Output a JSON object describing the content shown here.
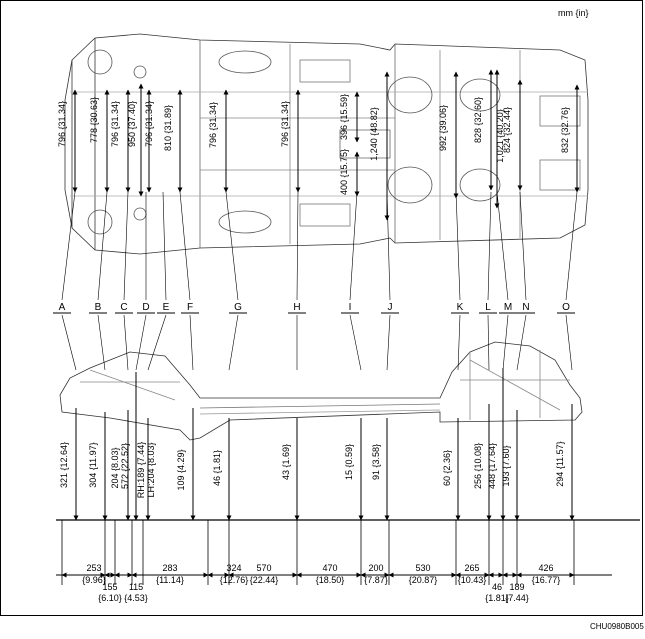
{
  "unit_note": "mm {in}",
  "figure_code": "CHU0980B005",
  "points": [
    "A",
    "B",
    "C",
    "D",
    "E",
    "F",
    "G",
    "H",
    "I",
    "J",
    "K",
    "L",
    "M",
    "N",
    "O"
  ],
  "width_dims": [
    {
      "id": "A",
      "label": "796 {31.34}"
    },
    {
      "id": "B",
      "label": "778 {30.63}"
    },
    {
      "id": "C",
      "label": "796 {31.34}"
    },
    {
      "id": "D",
      "label": "950 {37.40}"
    },
    {
      "id": "E",
      "label": "796 {31.34}"
    },
    {
      "id": "F",
      "label": "810 {31.89}"
    },
    {
      "id": "G",
      "label": "796 {31.34}"
    },
    {
      "id": "H",
      "label": "796 {31.34}"
    },
    {
      "id": "I1",
      "label": "396 {15.59}"
    },
    {
      "id": "I2",
      "label": "400 {15.75}"
    },
    {
      "id": "J",
      "label": "1,240 {48.82}"
    },
    {
      "id": "K",
      "label": "992 {39.06}"
    },
    {
      "id": "L",
      "label": "828 {32.60}"
    },
    {
      "id": "M",
      "label": "1,021 {40.20}"
    },
    {
      "id": "N",
      "label": "824 {32.44}"
    },
    {
      "id": "O",
      "label": "832 {32.76}"
    }
  ],
  "height_dims": [
    {
      "id": "A",
      "label": "321 {12.64}"
    },
    {
      "id": "B",
      "label": "304 {11.97}"
    },
    {
      "id": "C",
      "label": "204 {8.03}"
    },
    {
      "id": "D",
      "label": "572 {22.52}"
    },
    {
      "id": "E1",
      "label": "RH:189 {7.44}"
    },
    {
      "id": "E2",
      "label": "LH:204 {8.03}"
    },
    {
      "id": "F",
      "label": "109 {4.29}"
    },
    {
      "id": "G",
      "label": "46 {1.81}"
    },
    {
      "id": "H",
      "label": "43 {1.69}"
    },
    {
      "id": "I",
      "label": "15 {0.59}"
    },
    {
      "id": "J",
      "label": "91 {3.58}"
    },
    {
      "id": "K",
      "label": "60 {2.36}"
    },
    {
      "id": "L",
      "label": "256 {10.08}"
    },
    {
      "id": "M",
      "label": "448 {17.64}"
    },
    {
      "id": "N",
      "label": "193 {7.60}"
    },
    {
      "id": "O",
      "label": "294 {11.57}"
    }
  ],
  "spacing_dims": [
    {
      "mm": "253",
      "in": "{9.96}"
    },
    {
      "mm": "155",
      "in": "{6.10}"
    },
    {
      "mm": "115",
      "in": "{4.53}"
    },
    {
      "mm": "283",
      "in": "{11.14}"
    },
    {
      "mm": "324",
      "in": "{12.76}"
    },
    {
      "mm": "570",
      "in": "{22.44}"
    },
    {
      "mm": "470",
      "in": "{18.50}"
    },
    {
      "mm": "200",
      "in": "{7.87}"
    },
    {
      "mm": "530",
      "in": "{20.87}"
    },
    {
      "mm": "265",
      "in": "{10.43}"
    },
    {
      "mm": "46",
      "in": "{1.81}"
    },
    {
      "mm": "189",
      "in": "{7.44}"
    },
    {
      "mm": "426",
      "in": "{16.77}"
    }
  ]
}
